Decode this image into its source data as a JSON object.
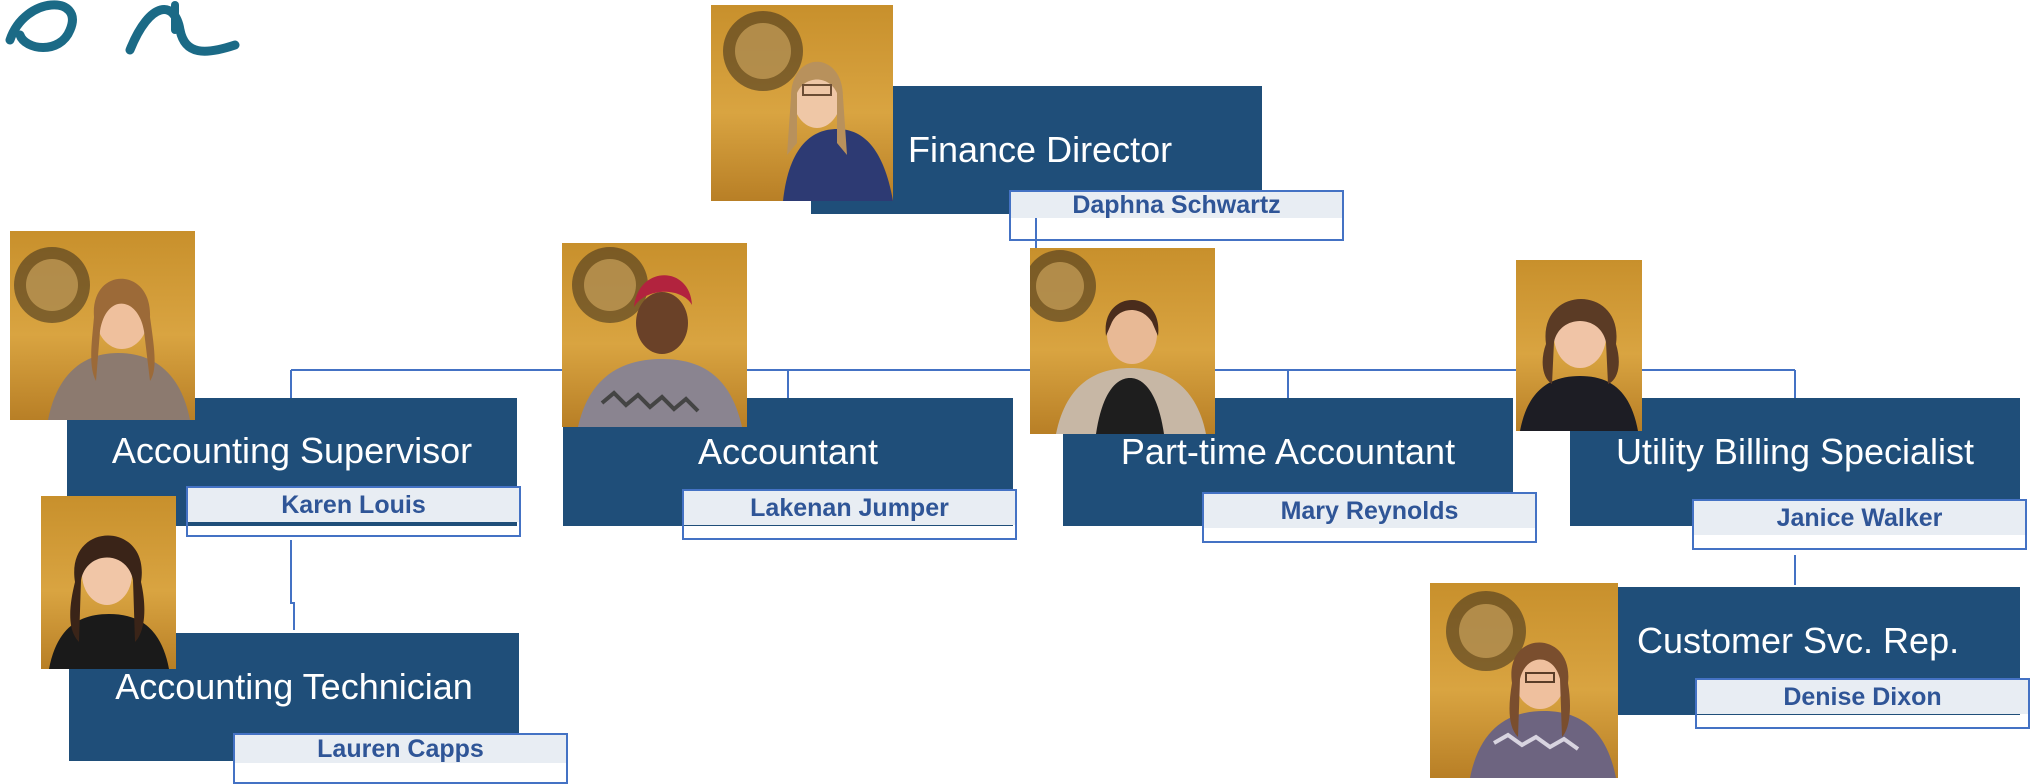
{
  "org_chart": {
    "director": {
      "title": "Finance Director",
      "name": "Daphna Schwartz"
    },
    "supervisor": {
      "title": "Accounting Supervisor",
      "name": "Karen Louis"
    },
    "accountant": {
      "title": "Accountant",
      "name": "Lakenan Jumper"
    },
    "part_time_accountant": {
      "title": "Part-time Accountant",
      "name": "Mary Reynolds"
    },
    "utility_billing": {
      "title": "Utility Billing Specialist",
      "name": "Janice Walker"
    },
    "technician": {
      "title": "Accounting Technician",
      "name": "Lauren Capps"
    },
    "customer_service": {
      "title": "Customer Svc. Rep.",
      "name": "Denise Dixon"
    }
  },
  "colors": {
    "title_box": "#1f4e79",
    "name_text": "#2f5597",
    "name_border": "#4472c4",
    "name_fill": "#e8edf3",
    "connector": "#4472c4",
    "logo": "#1b6a86",
    "photo_background": "#d9a441"
  },
  "icons": {
    "logo": "city-script-logo",
    "photo_placeholder": "person-portrait-icon"
  }
}
